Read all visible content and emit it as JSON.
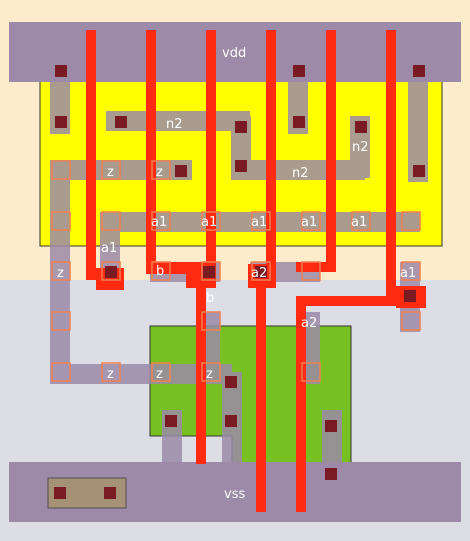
{
  "labels": {
    "vdd": "vdd",
    "vss": "vss",
    "n2_top": "n2",
    "n2_right": "n2",
    "n2_mid": "n2",
    "z_1": "z",
    "z_2": "z",
    "z_left": "z",
    "z_b1": "z",
    "z_b2": "z",
    "z_b3": "z",
    "a1_1": "a1",
    "a1_2": "a1",
    "a1_3": "a1",
    "a1_4": "a1",
    "a1_5": "a1",
    "a1_left": "a1",
    "a1_right": "a1",
    "b_1": "b",
    "b_2": "b",
    "a2_1": "a2",
    "a2_2": "a2"
  },
  "colors": {
    "nwell_bg": "#fdeccb",
    "pwell_bg": "#dddde6",
    "metal1": "#9c8aa8",
    "pdiff": "#ffff00",
    "ndiff": "#77c022",
    "poly_metal_overlap": "#a7946e",
    "poly": "#ff2a10",
    "contact": "#7a1a22",
    "via_outline": "#f08050"
  }
}
